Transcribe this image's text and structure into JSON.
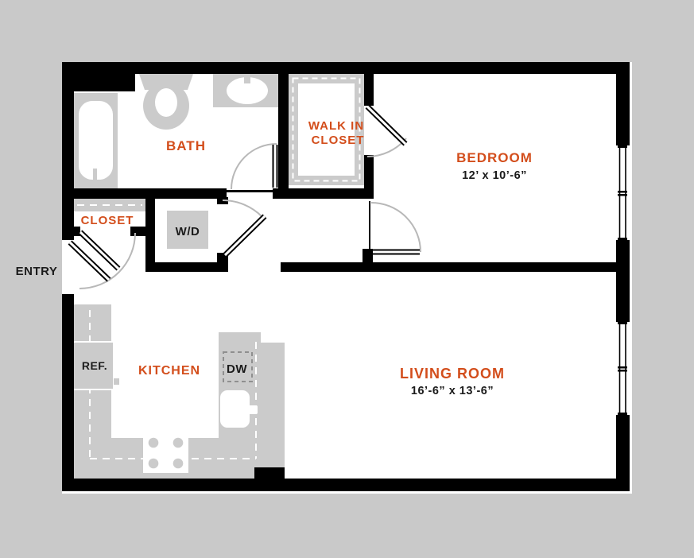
{
  "colors": {
    "background": "#c9c9c9",
    "wall": "#000000",
    "floor": "#ffffff",
    "fixture": "#cbcbcb",
    "room_label": "#d34e1c",
    "text": "#1b1b1b",
    "door_arc": "#b8b8b8"
  },
  "entry": {
    "label": "ENTRY"
  },
  "rooms": {
    "bath": {
      "label": "BATH"
    },
    "walk_in_closet": {
      "label_line1": "WALK IN",
      "label_line2": "CLOSET"
    },
    "bedroom": {
      "label": "BEDROOM",
      "dimensions": "12’ x 10’-6”"
    },
    "closet": {
      "label": "CLOSET"
    },
    "laundry": {
      "label": "W/D"
    },
    "kitchen": {
      "label": "KITCHEN"
    },
    "living_room": {
      "label": "LIVING ROOM",
      "dimensions": "16’-6” x 13’-6”"
    }
  },
  "appliances": {
    "refrigerator": {
      "label": "REF."
    },
    "dishwasher": {
      "label": "DW"
    }
  }
}
